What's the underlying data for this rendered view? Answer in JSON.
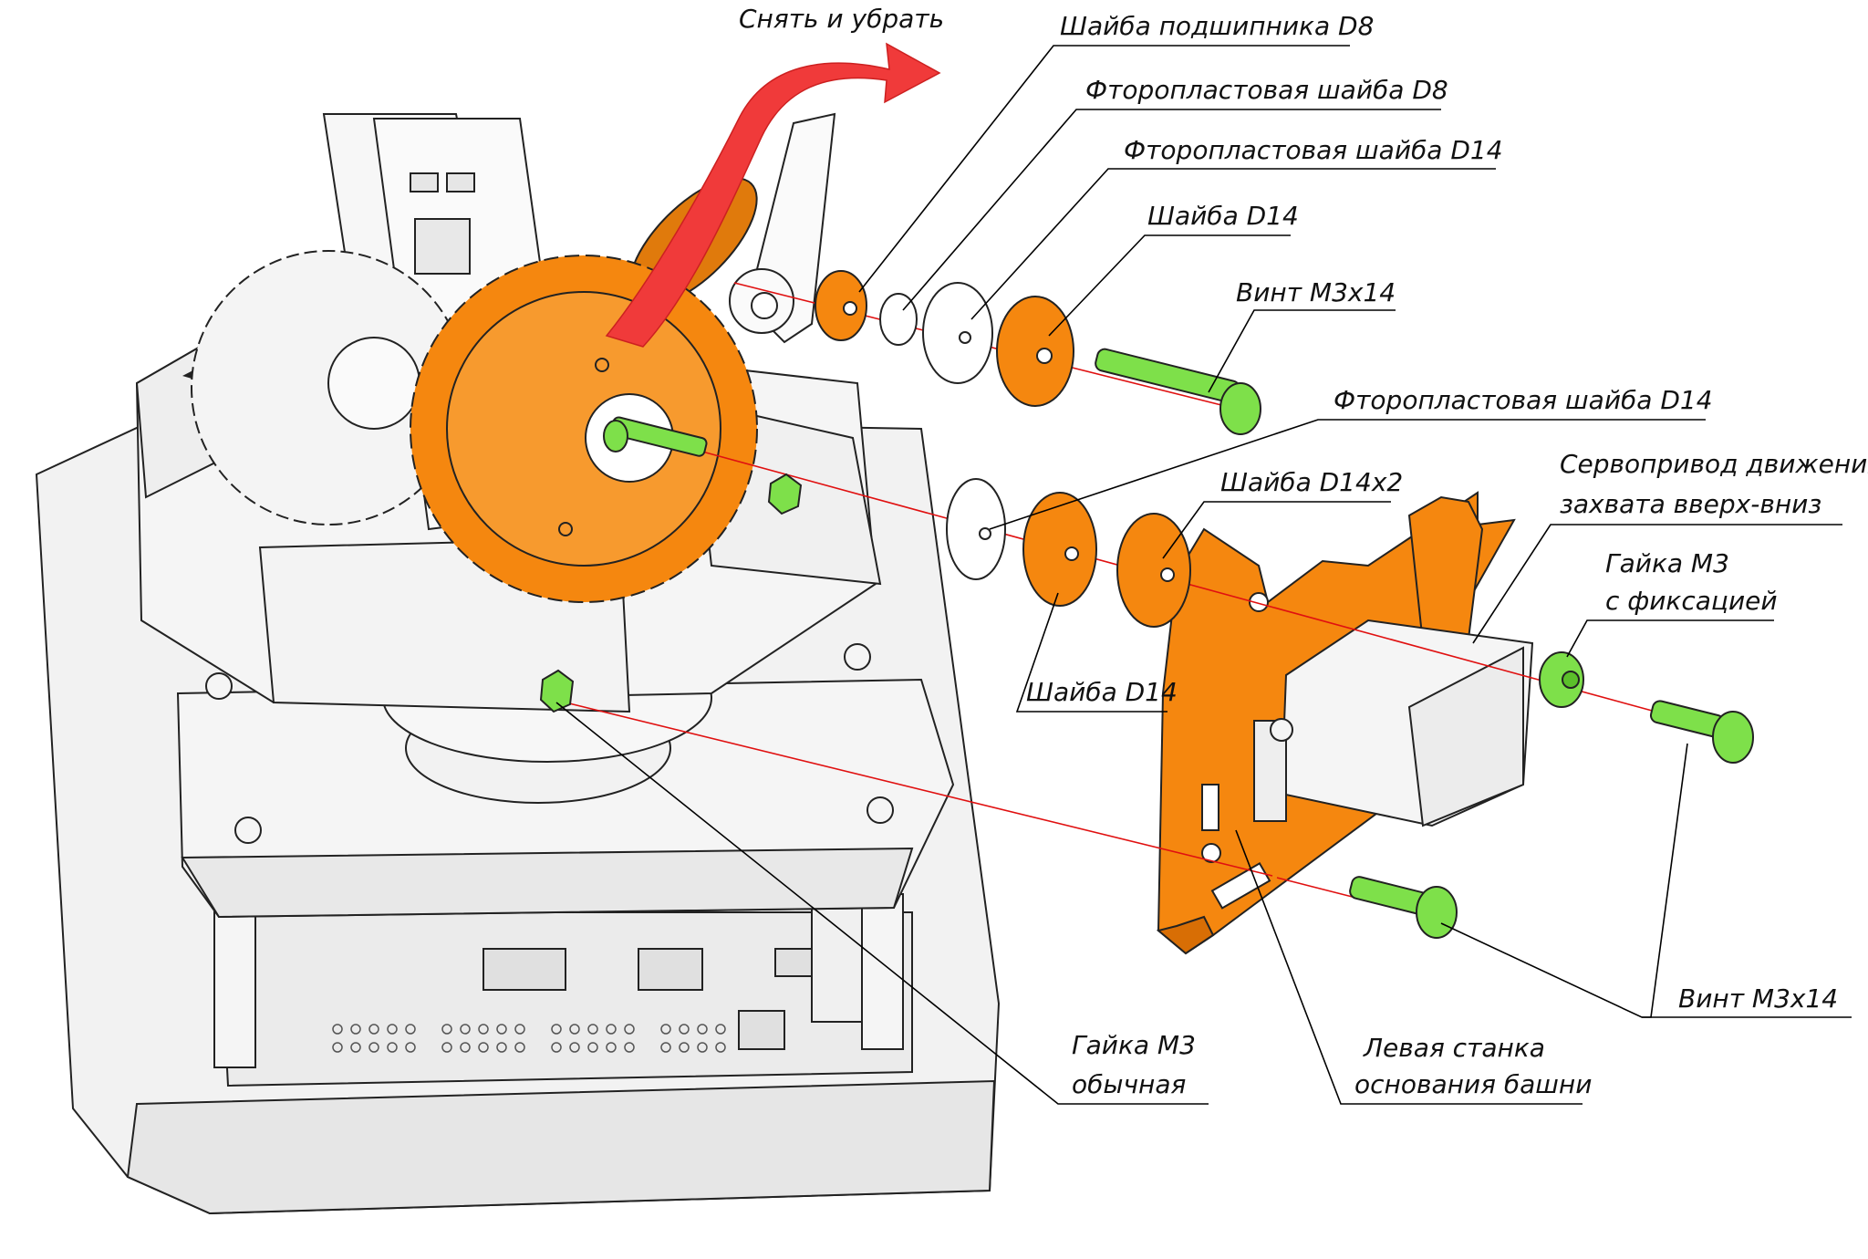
{
  "labels": {
    "remove": "Снять и убрать",
    "bearing_washer_d8": "Шайба подшипника D8",
    "ptfe_washer_d8": "Фторопластовая шайба D8",
    "ptfe_washer_d14_top": "Фторопластовая шайба D14",
    "washer_d14_top": "Шайба D14",
    "screw_m3x14_top": "Винт М3х14",
    "ptfe_washer_d14_mid": "Фторопластовая шайба D14",
    "washer_d14x2": "Шайба D14х2",
    "servo_line1": "Сервопривод движения",
    "servo_line2": "захвата вверх-вниз",
    "locknut_line1": "Гайка М3",
    "locknut_line2": "с фиксацией",
    "washer_d14_low": "Шайба D14",
    "screw_m3x14_low": "Винт М3х14",
    "plain_nut_line1": "Гайка М3",
    "plain_nut_line2": "обычная",
    "left_plate_line1": "Левая станка",
    "left_plate_line2": "основания башни"
  },
  "colors": {
    "orange_parts": "#f5870f",
    "green_fasteners": "#7ee04a",
    "removal_arrow": "#f03a3a",
    "assembly_axis": "#e01010",
    "body_parts": "#f0f0f0",
    "outline": "#222222"
  }
}
